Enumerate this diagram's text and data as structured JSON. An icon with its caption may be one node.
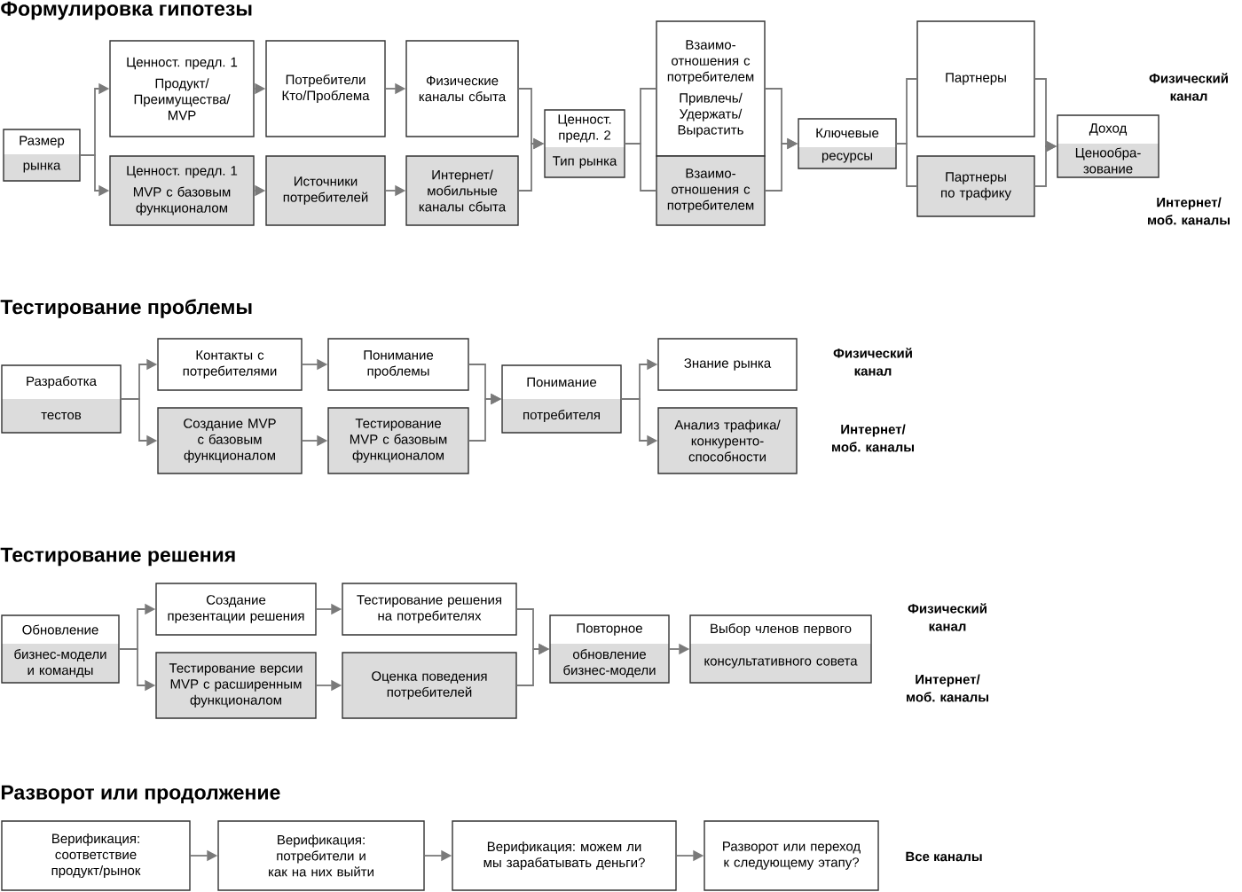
{
  "diagram": {
    "nodes": [
      {
        "text": [
          "Размер",
          "рынка"
        ]
      },
      {
        "text": [
          "Ценност. предл. 1",
          "Продукт/ Преимущества/ MVP"
        ]
      },
      {
        "text": [
          "Потребители Кто/Проблема"
        ]
      },
      {
        "text": [
          "Физические каналы сбыта"
        ]
      },
      {
        "text": [
          "Ценност. предл. 1",
          "MVP с базовым функционалом"
        ]
      },
      {
        "text": [
          "Источники потребителей"
        ]
      },
      {
        "text": [
          "Интернет/ мобильные каналы сбыта"
        ]
      },
      {
        "text": [
          "Ценност. предл. 2",
          "Тип рынка"
        ]
      },
      {
        "text": [
          "Взаимо- отношения с потребителем",
          "Привлечь/ Удержать/ Вырастить"
        ]
      },
      {
        "text": [
          "Взаимо- отношения с потребителем"
        ]
      },
      {
        "text": [
          "Ключевые",
          "ресурсы"
        ]
      },
      {
        "text": [
          "Партнеры"
        ]
      },
      {
        "text": [
          "Партнеры по трафику"
        ]
      },
      {
        "text": [
          "Доход",
          "Ценообра- зование"
        ]
      },
      {
        "text": [
          "Разработка",
          "тестов"
        ]
      },
      {
        "text": [
          "Контакты с потребителями"
        ]
      },
      {
        "text": [
          "Понимание проблемы"
        ]
      },
      {
        "text": [
          "Создание MVP с базовым функционалом"
        ]
      },
      {
        "text": [
          "Тестирование MVP с базовым функционалом"
        ]
      },
      {
        "text": [
          "Понимание",
          "потребителя"
        ]
      },
      {
        "text": [
          "Знание рынка"
        ]
      },
      {
        "text": [
          "Анализ трафика/ конкуренто- способности"
        ]
      },
      {
        "text": [
          "Обновление",
          "бизнес-модели и команды"
        ]
      },
      {
        "text": [
          "Создание презентации решения"
        ]
      },
      {
        "text": [
          "Тестирование решения на потребителях"
        ]
      },
      {
        "text": [
          "Тестирование версии MVP с расширенным функционалом"
        ]
      },
      {
        "text": [
          "Оценка поведения потребителей"
        ]
      },
      {
        "text": [
          "Повторное",
          "обновление бизнес-модели"
        ]
      },
      {
        "text": [
          "Выбор членов первого",
          "консультативного совета"
        ]
      },
      {
        "text": [
          "Верификация: соответствие продукт/рынок"
        ]
      },
      {
        "text": [
          "Верификация: потребители и как на них выйти"
        ]
      },
      {
        "text": [
          "Верификация: можем ли мы зарабатывать деньги?"
        ]
      },
      {
        "text": [
          "Разворот или переход к следующему этапу?"
        ]
      }
    ],
    "edges": [
      {
        "from": 0,
        "to": 1,
        "arrow": "to"
      },
      {
        "from": 0,
        "to": 4,
        "arrow": "to"
      },
      {
        "from": 1,
        "to": 2,
        "arrow": "to"
      },
      {
        "from": 2,
        "to": 3,
        "arrow": "to"
      },
      {
        "from": 4,
        "to": 5,
        "arrow": "to"
      },
      {
        "from": 5,
        "to": 6,
        "arrow": "to"
      },
      {
        "from": 3,
        "to": 7,
        "arrow": "to"
      },
      {
        "from": 6,
        "to": 7,
        "arrow": "to"
      },
      {
        "from": 7,
        "to": 8,
        "arrow": "none"
      },
      {
        "from": 7,
        "to": 9,
        "arrow": "none"
      },
      {
        "from": 8,
        "to": 10,
        "arrow": "to"
      },
      {
        "from": 9,
        "to": 10,
        "arrow": "to"
      },
      {
        "from": 10,
        "to": 11,
        "arrow": "none"
      },
      {
        "from": 10,
        "to": 12,
        "arrow": "none"
      },
      {
        "from": 11,
        "to": 13,
        "arrow": "to"
      },
      {
        "from": 12,
        "to": 13,
        "arrow": "to"
      },
      {
        "from": 14,
        "to": 15,
        "arrow": "to"
      },
      {
        "from": 14,
        "to": 17,
        "arrow": "to"
      },
      {
        "from": 15,
        "to": 16,
        "arrow": "to"
      },
      {
        "from": 17,
        "to": 18,
        "arrow": "to"
      },
      {
        "from": 16,
        "to": 19,
        "arrow": "to"
      },
      {
        "from": 18,
        "to": 19,
        "arrow": "to"
      },
      {
        "from": 19,
        "to": 20,
        "arrow": "to"
      },
      {
        "from": 19,
        "to": 21,
        "arrow": "to"
      },
      {
        "from": 22,
        "to": 23,
        "arrow": "to"
      },
      {
        "from": 22,
        "to": 25,
        "arrow": "to"
      },
      {
        "from": 23,
        "to": 24,
        "arrow": "to"
      },
      {
        "from": 25,
        "to": 26,
        "arrow": "to"
      },
      {
        "from": 24,
        "to": 27,
        "arrow": "to"
      },
      {
        "from": 26,
        "to": 27,
        "arrow": "to"
      },
      {
        "from": 27,
        "to": 28,
        "arrow": "to"
      },
      {
        "from": 29,
        "to": 30,
        "arrow": "to"
      },
      {
        "from": 30,
        "to": 31,
        "arrow": "to"
      },
      {
        "from": 31,
        "to": 32,
        "arrow": "to"
      }
    ],
    "labels": [
      "Формулировка гипотезы",
      "Физический канал",
      "Интернет/ моб. каналы",
      "Тестирование проблемы",
      "Физический канал",
      "Интернет/ моб. каналы",
      "Тестирование решения",
      "Физический канал",
      "Интернет/ моб. каналы",
      "Разворот или продолжение",
      "Все каналы"
    ]
  }
}
